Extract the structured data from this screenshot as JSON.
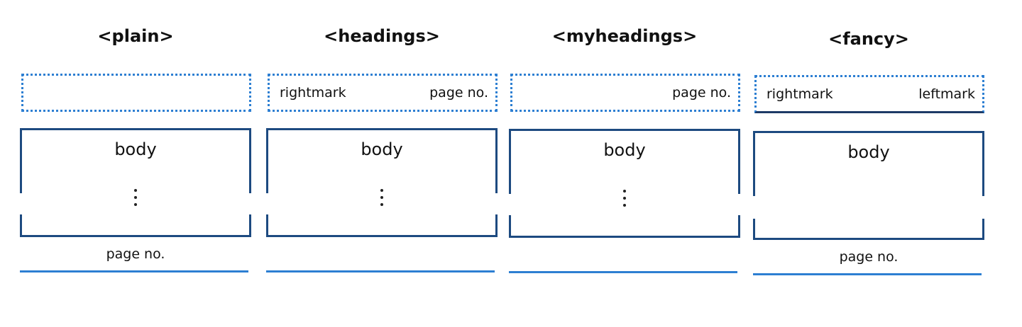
{
  "colors": {
    "header_border": "#2d7fd2",
    "body_border": "#1d4a80",
    "footer_line": "#2d7fd2",
    "text": "#111111"
  },
  "styles": [
    {
      "title": "<plain>",
      "header_left": "",
      "header_right": "",
      "header_solid_bottom": false,
      "body": "body",
      "ellipsis": true,
      "footer": "page no."
    },
    {
      "title": "<headings>",
      "header_left": "rightmark",
      "header_right": "page no.",
      "header_solid_bottom": false,
      "body": "body",
      "ellipsis": true,
      "footer": ""
    },
    {
      "title": "<myheadings>",
      "header_left": "",
      "header_right": "page no.",
      "header_solid_bottom": false,
      "body": "body",
      "ellipsis": true,
      "footer": ""
    },
    {
      "title": "<fancy>",
      "header_left": "rightmark",
      "header_right": "leftmark",
      "header_solid_bottom": true,
      "body": "body",
      "ellipsis": false,
      "footer": "page no."
    }
  ]
}
